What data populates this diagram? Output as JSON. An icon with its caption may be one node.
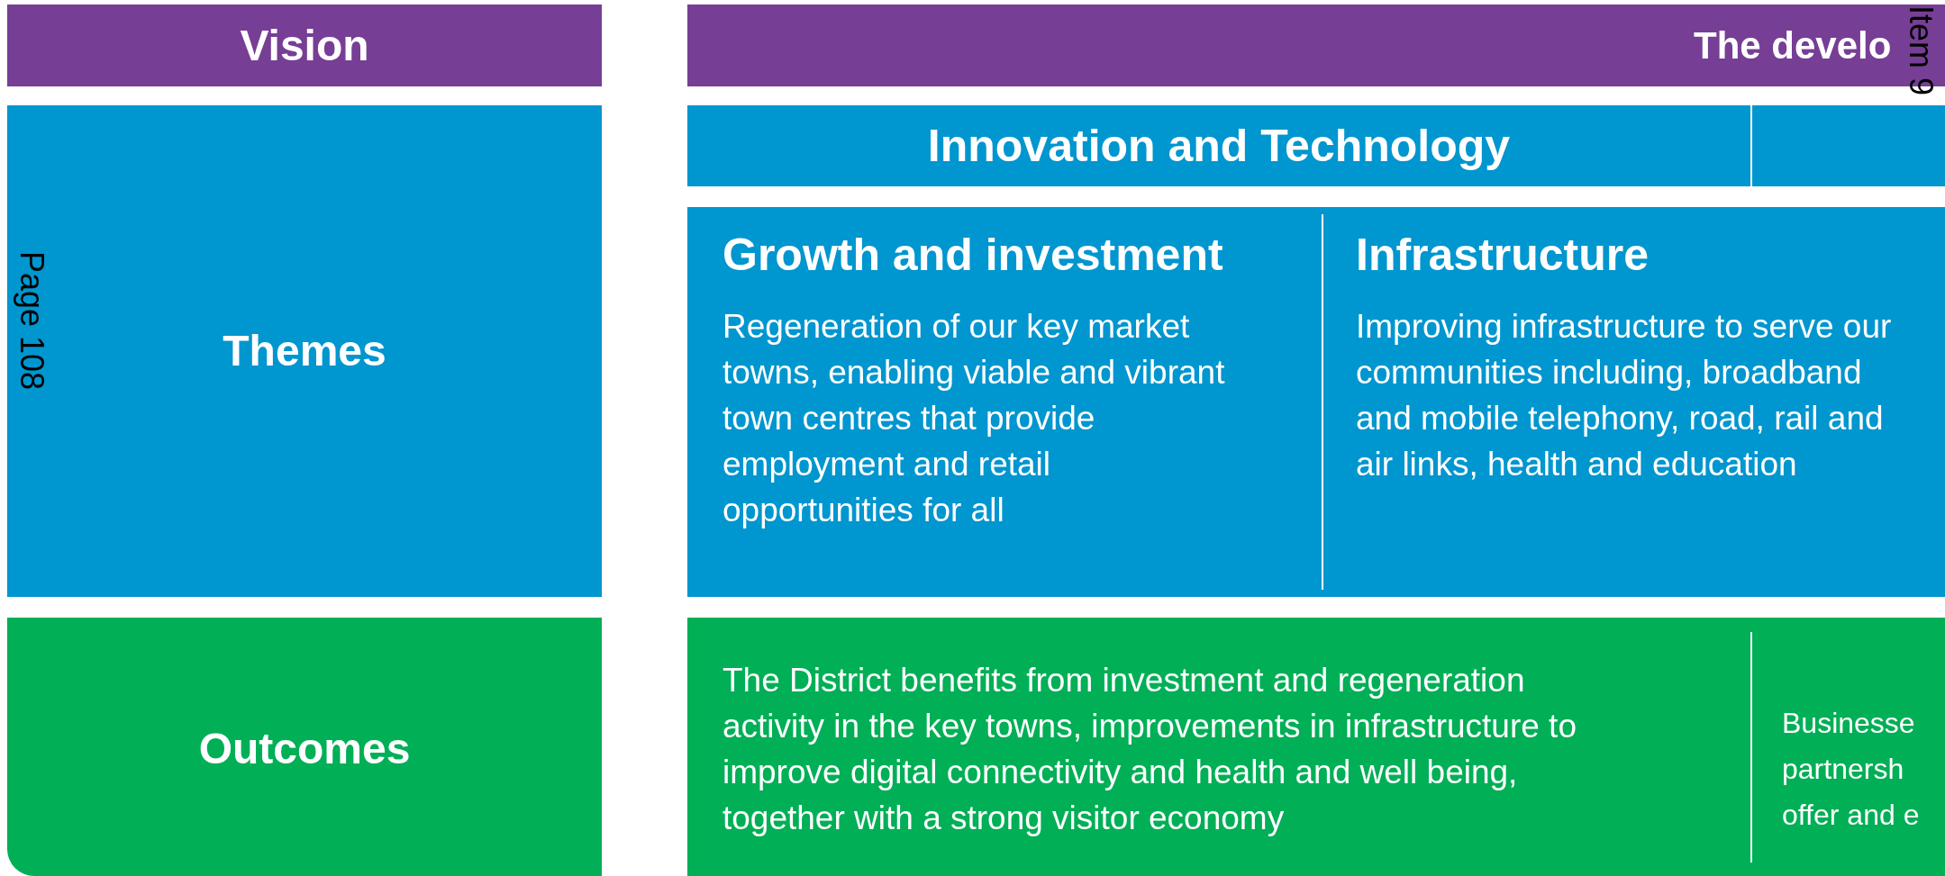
{
  "diagram": {
    "nodes": [
      {
        "text": [
          "Vision"
        ]
      },
      {
        "text": [
          "The develo"
        ]
      },
      {
        "text": [
          "Themes"
        ]
      },
      {
        "text": [
          "Innovation and Technology"
        ]
      },
      {
        "text": [],
        "shape": "box"
      },
      {
        "text": [
          "Growth and investment",
          "Regeneration of our key market towns, enabling viable and vibrant town centres that provide employment and retail opportunities for all"
        ],
        "in": 4
      },
      {
        "text": [
          "Infrastructure",
          "Improving infrastructure to serve our communities including, broadband and mobile telephony, road, rail and air links, health and education"
        ],
        "in": 4
      },
      {
        "text": [
          "Outcomes"
        ]
      },
      {
        "text": [],
        "shape": "box"
      },
      {
        "text": [
          "The District benefits from investment and regeneration activity in the key towns, improvements in infrastructure to improve digital connectivity and health and well being, together with a strong visitor economy"
        ],
        "in": 8
      },
      {
        "text": [
          "Businesse partnersh offer and e"
        ],
        "in": 8
      }
    ],
    "edges": [],
    "labels": [
      "Page 108",
      "Item 9"
    ]
  }
}
